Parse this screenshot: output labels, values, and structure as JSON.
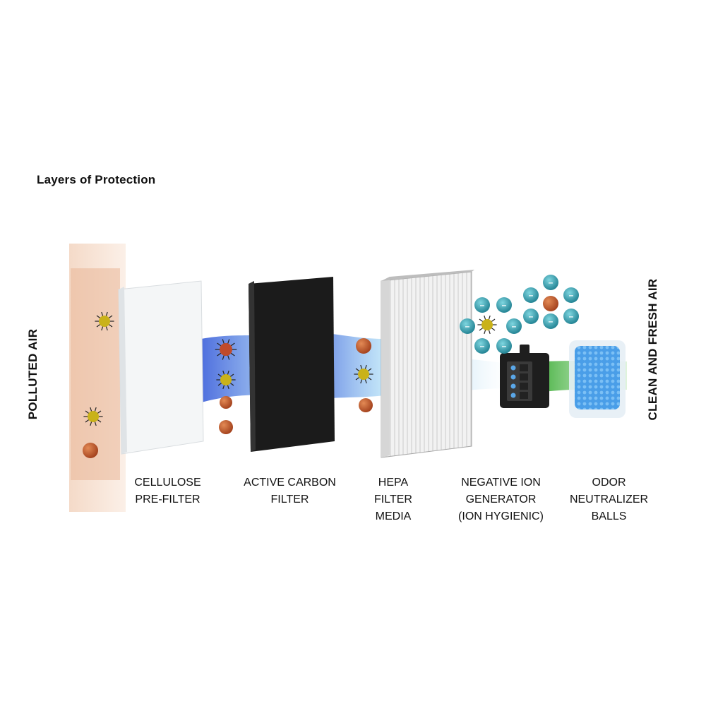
{
  "heading": "Layers of Protection",
  "side_labels": {
    "left": "POLLUTED AIR",
    "right": "CLEAN AND FRESH AIR"
  },
  "layers": [
    {
      "lines": [
        "CELLULOSE",
        "PRE-FILTER"
      ]
    },
    {
      "lines": [
        "ACTIVE CARBON",
        "FILTER"
      ]
    },
    {
      "lines": [
        "HEPA",
        "FILTER",
        "MEDIA"
      ]
    },
    {
      "lines": [
        "NEGATIVE ION",
        "GENERATOR",
        "(ION HYGIENIC)"
      ]
    },
    {
      "lines": [
        "ODOR",
        "NEUTRALIZER",
        "BALLS"
      ]
    }
  ],
  "ion_symbol": "–",
  "colors": {
    "ion": "#2f9fb0",
    "germ": "#c9b21a",
    "particle": "#c9612e",
    "airflow_blue": "#2f55d8",
    "airflow_green": "#3fae3a",
    "carbon": "#1a1a1a",
    "gel": "#3a8fe0"
  }
}
